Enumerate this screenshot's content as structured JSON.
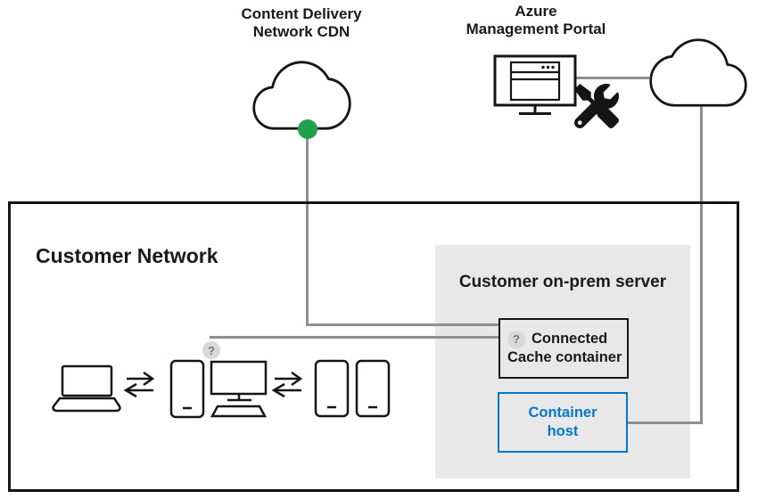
{
  "colors": {
    "accent_blue": "#0078D4",
    "status_green": "#1CA34B",
    "connector_gray": "#8F8F8F",
    "panel_gray": "#E8E8E8",
    "ink": "#151515"
  },
  "cdn": {
    "title_line1": "Content Delivery",
    "title_line2": "Network CDN"
  },
  "azure_portal": {
    "title_line1": "Azure",
    "title_line2": "Management Portal"
  },
  "customer_network": {
    "title": "Customer Network"
  },
  "onprem_server": {
    "title": "Customer on-prem server",
    "cache_container": {
      "badge": "?",
      "label_line1": "Connected",
      "label_line2": "Cache container"
    },
    "container_host": {
      "label_line1": "Container",
      "label_line2": "host"
    }
  },
  "devices": {
    "badge": "?"
  }
}
